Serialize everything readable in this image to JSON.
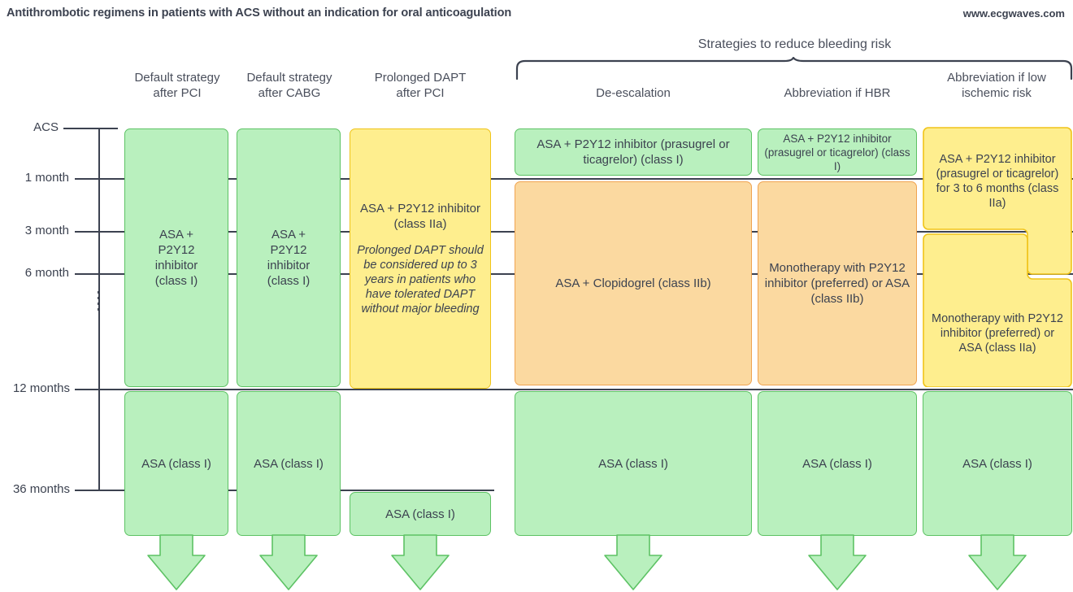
{
  "header": {
    "title": "Antithrombotic regimens in patients with ACS without an indication for oral anticoagulation",
    "site": "www.ecgwaves.com"
  },
  "group": {
    "label": "Strategies to reduce bleeding risk"
  },
  "axis": {
    "ticks": [
      {
        "label": "ACS"
      },
      {
        "label": "1 month"
      },
      {
        "label": "3 month"
      },
      {
        "label": "6 month"
      },
      {
        "label": "12 months"
      },
      {
        "label": "36 months"
      }
    ]
  },
  "columns": [
    {
      "header_line1": "Default strategy",
      "header_line2": "after PCI"
    },
    {
      "header_line1": "Default strategy",
      "header_line2": "after CABG"
    },
    {
      "header_line1": "Prolonged DAPT",
      "header_line2": "after PCI"
    },
    {
      "header_line1": "De-escalation",
      "header_line2": ""
    },
    {
      "header_line1": "Abbreviation if HBR",
      "header_line2": ""
    },
    {
      "header_line1": "Abbreviation if low",
      "header_line2": "ischemic risk"
    }
  ],
  "boxes": {
    "col1_main": "ASA +\nP2Y12\ninhibitor\n(class I)",
    "col1_bottom": "ASA (class I)",
    "col2_main": "ASA +\nP2Y12\ninhibitor\n(class I)",
    "col2_bottom": "ASA (class I)",
    "col3_main": "ASA + P2Y12 inhibitor (class IIa)",
    "col3_note": "Prolonged DAPT should be considered up to 3 years in patients who have tolerated DAPT without major bleeding",
    "col3_bottom": "ASA (class I)",
    "col4_top": "ASA + P2Y12 inhibitor (prasugrel or ticagrelor) (class I)",
    "col4_mid": "ASA + Clopidogrel (class IIb)",
    "col4_bottom": "ASA (class I)",
    "col5_top": "ASA + P2Y12 inhibitor (prasugrel or ticagrelor) (class I)",
    "col5_mid": "Monotherapy with P2Y12 inhibitor (preferred) or ASA (class IIb)",
    "col5_bottom": "ASA (class I)",
    "col6_top": "ASA + P2Y12 inhibitor (prasugrel or ticagrelor) for 3 to 6 months (class IIa)",
    "col6_mid": "Monotherapy with P2Y12 inhibitor (preferred) or ASA (class IIa)",
    "col6_bottom": "ASA (class I)"
  },
  "colors": {
    "green_fill": "#B9F0BE",
    "green_stroke": "#5DC264",
    "yellow_fill": "#FEEE8E",
    "yellow_stroke": "#F0C419",
    "orange_fill": "#FBD9A0",
    "orange_stroke": "#F0A451",
    "text": "#3c4250"
  }
}
